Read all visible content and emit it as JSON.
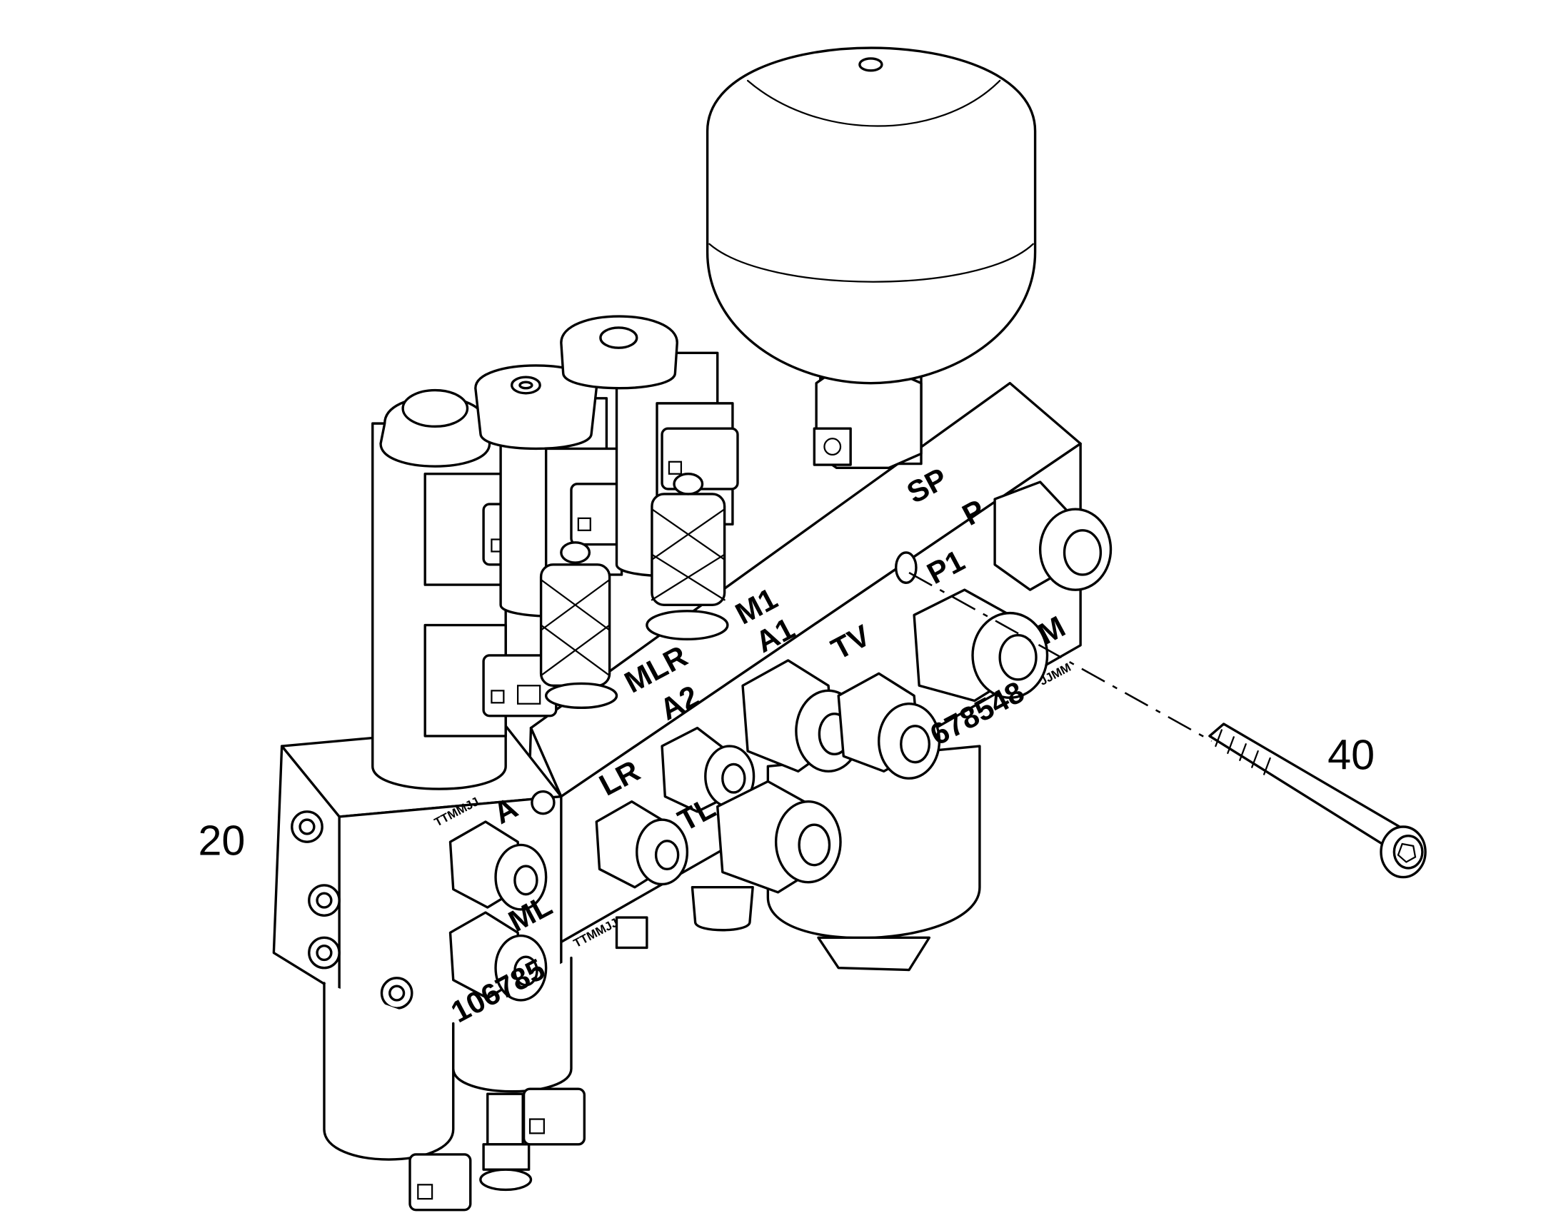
{
  "callouts": {
    "part_20": "20",
    "part_40": "40"
  },
  "port_labels": {
    "sp": "SP",
    "p": "P",
    "p1": "P1",
    "m": "M",
    "m1": "M1",
    "mlr": "MLR",
    "a1": "A1",
    "tv": "TV",
    "a2": "A2",
    "lr": "LR",
    "tl": "TL",
    "a": "A",
    "ml": "ML"
  },
  "stamps": {
    "right_block_number": "678548",
    "left_block_number": "106785",
    "maker_mark_left": "TTMMJJ",
    "maker_mark_center": "TTMMJJ",
    "maker_mark_right": "JJMM"
  },
  "icons": [
    "accumulator-icon",
    "solenoid-valve-icon",
    "fitting-icon",
    "bolt-icon"
  ]
}
